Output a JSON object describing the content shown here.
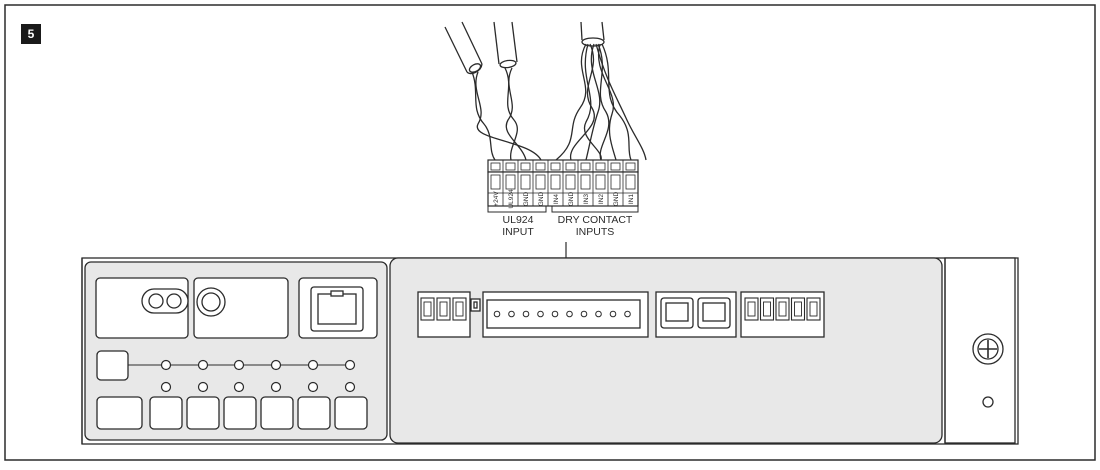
{
  "step_number": "5",
  "terminal_labels": [
    "+24V",
    "UL924",
    "GND",
    "GND",
    "IN4",
    "GND",
    "IN3",
    "IN2",
    "GND",
    "IN1"
  ],
  "groups": {
    "ul924_input": {
      "line1": "UL924",
      "line2": "INPUT"
    },
    "dry_contact_inputs": {
      "line1": "DRY CONTACT",
      "line2": "INPUTS"
    }
  },
  "colors": {
    "stroke": "#2b2b2b",
    "panel_fill": "#e8e8e8",
    "device_fill": "#ffffff",
    "badge": "#1a1a1a"
  }
}
